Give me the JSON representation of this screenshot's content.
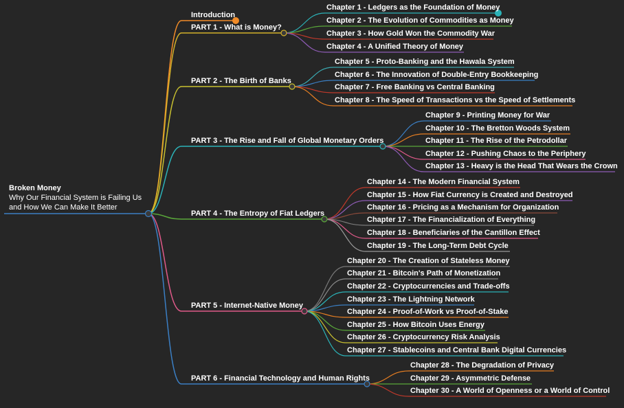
{
  "root": {
    "title": "Broken Money",
    "subtitle_line1": "Why Our Financial System is Failing Us",
    "subtitle_line2": "and How We Can Make It Better"
  },
  "intro": {
    "label": "Introduction",
    "color": "#f28c28"
  },
  "parts": [
    {
      "label": "PART 1 - What is Money?",
      "color": "#d4b12a",
      "chapters": [
        {
          "label": "Chapter 1 - Ledgers as the Foundation of Money",
          "color": "#2bb3b8"
        },
        {
          "label": "Chapter 2 - The Evolution of Commodities as Money",
          "color": "#5aa83a"
        },
        {
          "label": "Chapter 3 - How Gold Won the Commodity War",
          "color": "#c0392b"
        },
        {
          "label": "Chapter 4 - A Unified Theory of Money",
          "color": "#8e5bb5"
        }
      ]
    },
    {
      "label": "PART 2 - The Birth of Banks",
      "color": "#c8c030",
      "chapters": [
        {
          "label": "Chapter 5 - Proto-Banking and the Hawala System",
          "color": "#3aa8b0"
        },
        {
          "label": "Chapter 6 - The Innovation of Double-Entry Bookkeeping",
          "color": "#3b7fc4"
        },
        {
          "label": "Chapter 7 - Free Banking vs Central Banking",
          "color": "#c0392b"
        },
        {
          "label": "Chapter 8 - The Speed of Transactions vs the Speed of Settlements",
          "color": "#e67e22"
        }
      ]
    },
    {
      "label": "PART 3 - The Rise and Fall of Global Monetary Orders",
      "color": "#2bb3b8",
      "chapters": [
        {
          "label": "Chapter 9 - Printing Money for War",
          "color": "#3b7fc4"
        },
        {
          "label": "Chapter 10 - The Bretton Woods System",
          "color": "#e67e22"
        },
        {
          "label": "Chapter 11 - The Rise of the Petrodollar",
          "color": "#5aa83a"
        },
        {
          "label": "Chapter 12 - Pushing Chaos to the Periphery",
          "color": "#e05a8a"
        },
        {
          "label": "Chapter 13 - Heavy is the Head That Wears the Crown",
          "color": "#8e5bb5"
        }
      ]
    },
    {
      "label": "PART 4 - The Entropy of Fiat Ledgers",
      "color": "#5aa83a",
      "chapters": [
        {
          "label": "Chapter 14 - The Modern Financial System",
          "color": "#c0392b"
        },
        {
          "label": "Chapter 15 - How Fiat Currency is Created and Destroyed",
          "color": "#8e5bb5"
        },
        {
          "label": "Chapter 16 - Pricing as a Mechanism for Organization",
          "color": "#8b4a3a"
        },
        {
          "label": "Chapter 17 - The Financialization of Everything",
          "color": "#7a7a7a"
        },
        {
          "label": "Chapter 18 - Beneficiaries of the Cantillon Effect",
          "color": "#e05a8a"
        },
        {
          "label": "Chapter 19 - The Long-Term Debt Cycle",
          "color": "#9a9a9a"
        }
      ]
    },
    {
      "label": "PART 5 - Internet-Native Money",
      "color": "#e05a8a",
      "chapters": [
        {
          "label": "Chapter 20 - The Creation of Stateless Money",
          "color": "#7a7a7a"
        },
        {
          "label": "Chapter 21 - Bitcoin's Path of Monetization",
          "color": "#8a8a8a"
        },
        {
          "label": "Chapter 22 - Cryptocurrencies and Trade-offs",
          "color": "#2bb3b8"
        },
        {
          "label": "Chapter 23 - The Lightning Network",
          "color": "#3b7fc4"
        },
        {
          "label": "Chapter 24 - Proof-of-Work vs Proof-of-Stake",
          "color": "#e67e22"
        },
        {
          "label": "Chapter 25 - How Bitcoin Uses Energy",
          "color": "#5aa83a"
        },
        {
          "label": "Chapter 26 - Cryptocurrency Risk Analysis",
          "color": "#c8c030"
        },
        {
          "label": "Chapter 27 - Stablecoins and Central Bank Digital Currencies",
          "color": "#2bb3b8"
        }
      ]
    },
    {
      "label": "PART 6 - Financial Technology and Human Rights",
      "color": "#3b7fc4",
      "chapters": [
        {
          "label": "Chapter 28 - The Degradation of Privacy",
          "color": "#e67e22"
        },
        {
          "label": "Chapter 29 - Asymmetric Defense",
          "color": "#5aa83a"
        },
        {
          "label": "Chapter 30 - A World of Openness or a World of Control",
          "color": "#c0392b"
        }
      ]
    }
  ]
}
